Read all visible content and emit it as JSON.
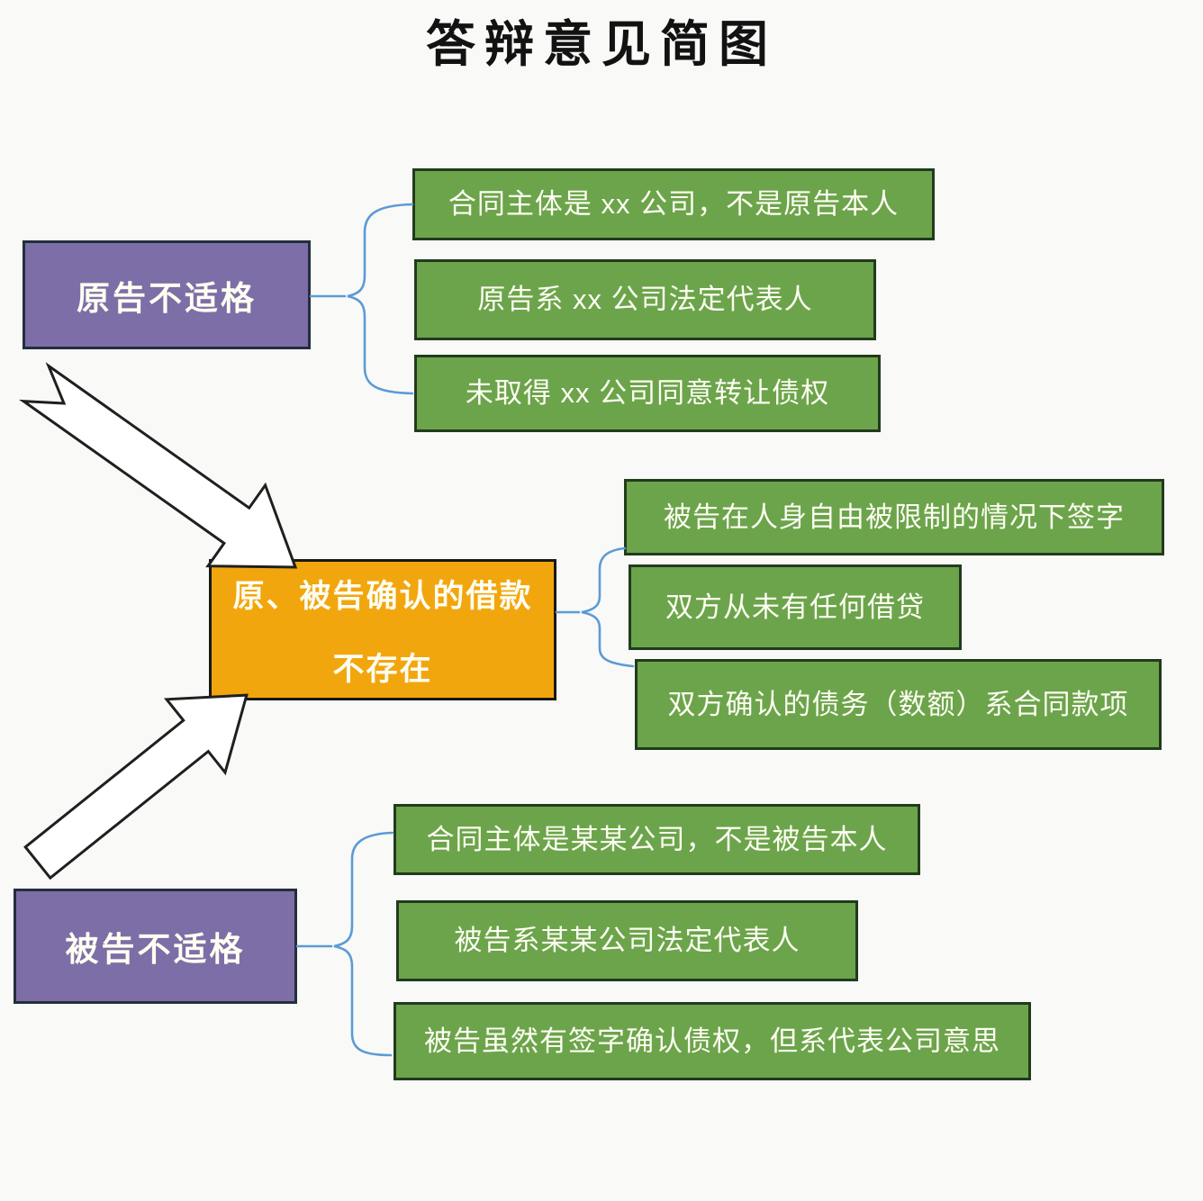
{
  "title": "答辩意见简图",
  "colors": {
    "parent_purple": "#7d6ea7",
    "reason_green": "#6ca44b",
    "center_orange": "#f2a60e",
    "connector_blue": "#5b9bd5",
    "arrow_fill": "#ffffff",
    "arrow_stroke": "#1f1f1f",
    "text_white": "#fdfdf2",
    "background": "#f9f9f7"
  },
  "plaintiff": {
    "label": "原告不适格",
    "reasons": [
      "合同主体是 xx 公司，不是原告本人",
      "原告系 xx 公司法定代表人",
      "未取得 xx 公司同意转让债权"
    ]
  },
  "loan": {
    "label_line1": "原、被告确认的借款",
    "label_line2": "不存在",
    "reasons": [
      "被告在人身自由被限制的情况下签字",
      "双方从未有任何借贷",
      "双方确认的债务（数额）系合同款项"
    ]
  },
  "defendant": {
    "label": "被告不适格",
    "reasons": [
      "合同主体是某某公司，不是被告本人",
      "被告系某某公司法定代表人",
      "被告虽然有签字确认债权，但系代表公司意思"
    ]
  }
}
